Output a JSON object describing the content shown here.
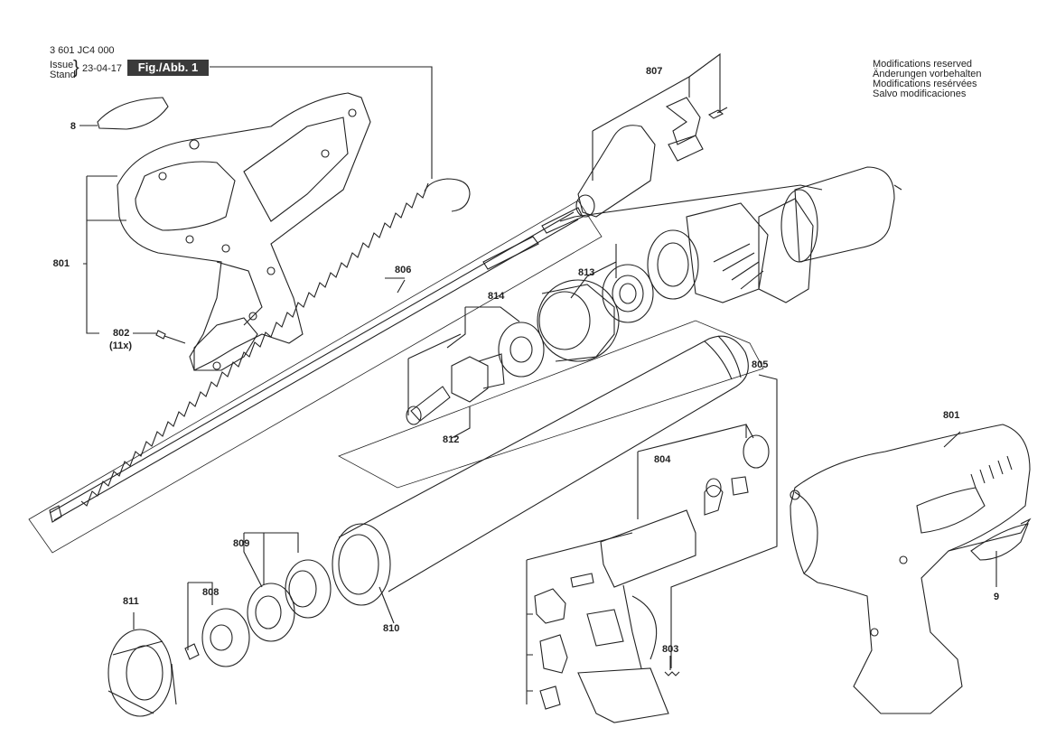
{
  "header": {
    "part_number": "3 601 JC4 000",
    "issue_label": "Issue",
    "stand_label": "Stand",
    "date": "23-04-17",
    "figure_label": "Fig./Abb. 1"
  },
  "notes": [
    "Modifications reserved",
    "Änderungen vorbehalten",
    "Modifications resérvées",
    "Salvo modificaciones"
  ],
  "callouts": {
    "c8": "8",
    "c801a": "801",
    "c802": "802",
    "c802qty": "(11x)",
    "c806": "806",
    "c807": "807",
    "c813": "813",
    "c814": "814",
    "c812": "812",
    "c805": "805",
    "c804": "804",
    "c801b": "801",
    "c9": "9",
    "c809": "809",
    "c808": "808",
    "c811": "811",
    "c810": "810",
    "c803": "803"
  }
}
